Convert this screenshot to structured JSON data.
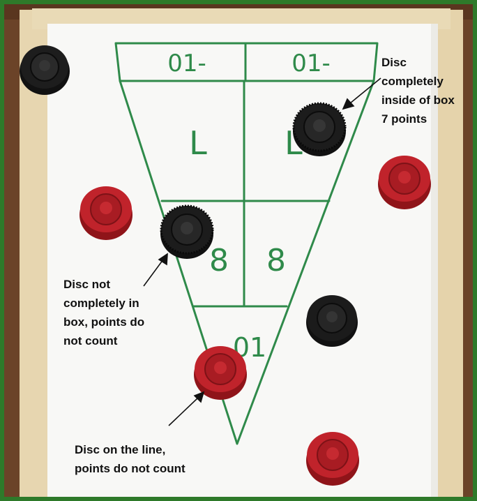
{
  "image": {
    "description_free": true,
    "colors": {
      "table": "#6b4328",
      "tape": "#e7d6b0",
      "paper": "#f8f8f6",
      "drawing": "#2f8a4a",
      "disc_black": "#1a1a1a",
      "disc_red": "#b51e25",
      "frame": "#2e7a2a"
    }
  },
  "board": {
    "top_labels": [
      "01-",
      "01-"
    ],
    "seven_labels": [
      "L",
      "L"
    ],
    "eight_labels": [
      "8",
      "8"
    ],
    "bottom_label": "01"
  },
  "annotations": {
    "inside": {
      "lines": [
        "Disc",
        "completely",
        "inside of box",
        "7 points"
      ]
    },
    "partial": {
      "lines": [
        "Disc not",
        "completely in",
        "box, points do",
        "not count"
      ]
    },
    "on_line": {
      "lines": [
        "Disc on the line,",
        "points do not count"
      ]
    }
  }
}
